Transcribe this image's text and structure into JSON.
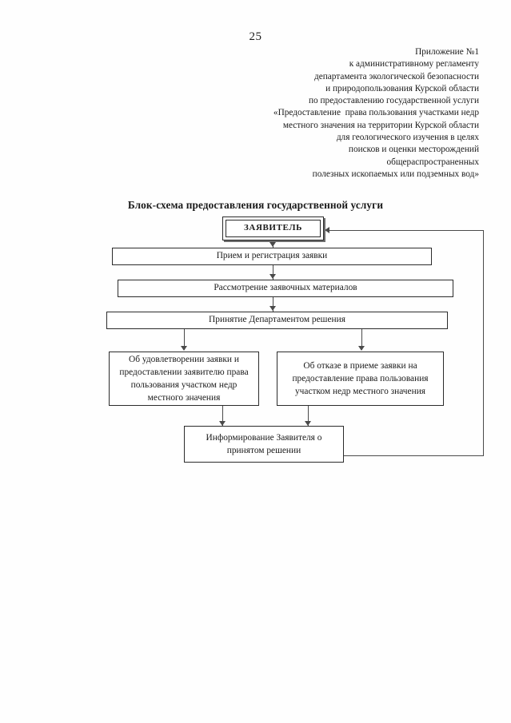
{
  "document": {
    "page_number": "25",
    "appendix": [
      "Приложение №1",
      "к административному регламенту",
      "департамента экологической безопасности",
      "и природопользования Курской области",
      "по предоставлению государственной услуги",
      "«Предоставление  права пользования участками недр",
      "местного значения на территории Курской области",
      "для геологического изучения в целях",
      "поисков и оценки месторождений",
      "общераспространенных",
      "полезных ископаемых или подземных вод»"
    ],
    "flowchart_title": "Блок-схема предоставления государственной услуги"
  },
  "chart_data": {
    "type": "diagram",
    "title": "Блок-схема предоставления государственной услуги",
    "nodes": [
      {
        "id": "applicant",
        "label": "ЗАЯВИТЕЛЬ",
        "shape": "double-rect"
      },
      {
        "id": "intake",
        "label": "Прием и регистрация заявки",
        "shape": "rect"
      },
      {
        "id": "review",
        "label": "Рассмотрение заявочных материалов",
        "shape": "rect"
      },
      {
        "id": "decision",
        "label": "Принятие Департаментом решения",
        "shape": "rect"
      },
      {
        "id": "approve",
        "label": "Об удовлетворении заявки и предоставлении заявителю права пользования участком недр местного значения",
        "shape": "rect"
      },
      {
        "id": "refuse",
        "label": "Об отказе в приеме заявки на предоставление права пользования участком недр местного значения",
        "shape": "rect"
      },
      {
        "id": "inform",
        "label": "Информирование Заявителя о принятом решении",
        "shape": "rect"
      }
    ],
    "edges": [
      {
        "from": "applicant",
        "to": "intake",
        "style": "arrow-down"
      },
      {
        "from": "intake",
        "to": "review",
        "style": "arrow-down"
      },
      {
        "from": "review",
        "to": "decision",
        "style": "arrow-down"
      },
      {
        "from": "decision",
        "to": "approve",
        "style": "arrow-down"
      },
      {
        "from": "decision",
        "to": "refuse",
        "style": "arrow-down"
      },
      {
        "from": "approve",
        "to": "inform",
        "style": "arrow-down"
      },
      {
        "from": "refuse",
        "to": "inform",
        "style": "arrow-down"
      },
      {
        "from": "inform",
        "to": "applicant",
        "style": "feedback-loop-right"
      }
    ],
    "colors": {
      "line": "#4a4a4a",
      "border": "#2b2b2b",
      "background": "#ffffff"
    }
  }
}
